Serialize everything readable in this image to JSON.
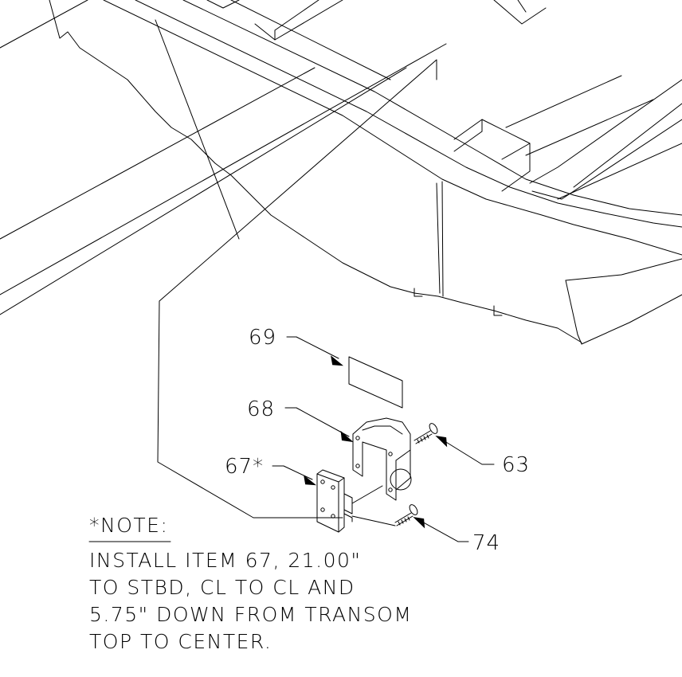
{
  "callouts": [
    {
      "id": "69",
      "label": "69"
    },
    {
      "id": "68",
      "label": "68"
    },
    {
      "id": "67",
      "label": "67*"
    },
    {
      "id": "63",
      "label": "63"
    },
    {
      "id": "74",
      "label": "74"
    }
  ],
  "note": {
    "heading": "*NOTE:",
    "lines": [
      "INSTALL ITEM 67, 21.00\"",
      "TO STBD, CL TO CL AND",
      "5.75\" DOWN FROM TRANSOM",
      "TOP TO CENTER."
    ]
  },
  "colors": {
    "line": "#000000",
    "background": "#ffffff"
  }
}
